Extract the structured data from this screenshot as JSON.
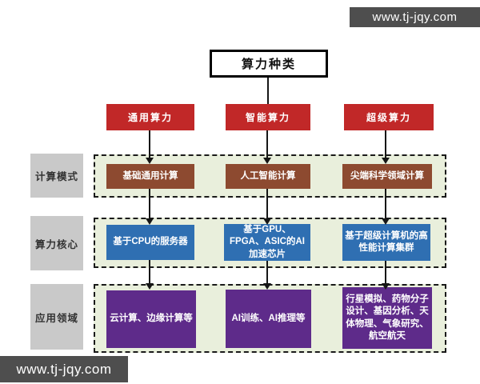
{
  "watermark": {
    "text": "www.tj-jqy.com"
  },
  "root": {
    "label": "算力种类"
  },
  "branches": [
    {
      "label": "通用算力"
    },
    {
      "label": "智能算力"
    },
    {
      "label": "超级算力"
    }
  ],
  "rows": [
    {
      "label": "计算模式",
      "boxes": [
        {
          "text": "基础通用计算"
        },
        {
          "text": "人工智能计算"
        },
        {
          "text": "尖端科学领域计算"
        }
      ]
    },
    {
      "label": "算力核心",
      "boxes": [
        {
          "text": "基于CPU的服务器"
        },
        {
          "text": "基于GPU、FPGA、ASIC的AI加速芯片"
        },
        {
          "text": "基于超级计算机的高性能计算集群"
        }
      ]
    },
    {
      "label": "应用领域",
      "boxes": [
        {
          "text": "云计算、边缘计算等"
        },
        {
          "text": "AI训练、AI推理等"
        },
        {
          "text": "行星模拟、药物分子设计、基因分析、天体物理、气象研究、航空航天"
        }
      ]
    }
  ],
  "colors": {
    "branch_red": "#c12828",
    "mode_brown": "#8d4a30",
    "core_blue": "#2f6fb2",
    "app_purple": "#5e2b8a",
    "row_background_green": "#e9efdc",
    "row_label_gray": "#c9c9c9",
    "watermark_background": "#4e4e4e",
    "connector_black": "#161616"
  }
}
